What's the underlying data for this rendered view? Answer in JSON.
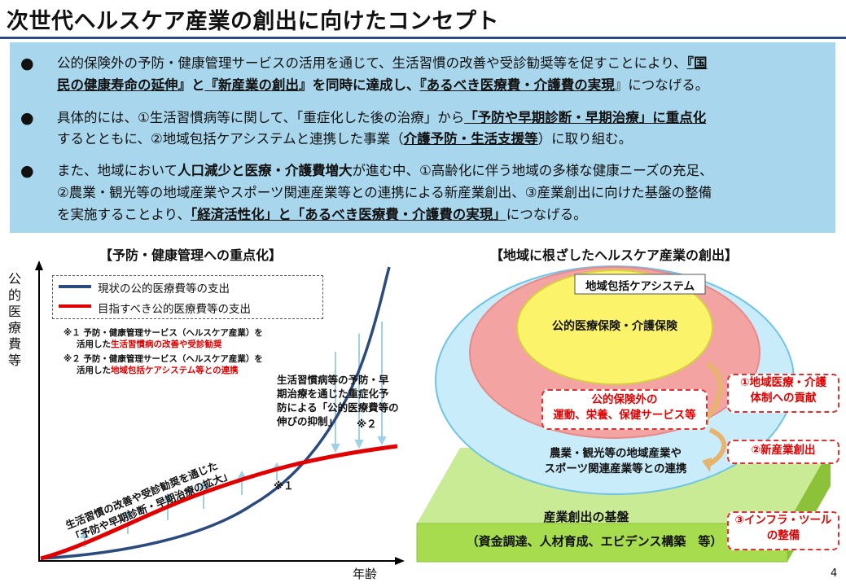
{
  "title": "次世代ヘルスケア産業の創出に向けたコンセプト",
  "bullets": [
    {
      "line1": [
        "公的保険外の予防・健康管理サービスの活用を通じて、生活習慣の改善や受診勧奨等を促すことにより、",
        "『国"
      ],
      "line2": [
        "民の健康寿命の延伸",
        "』と",
        "『新産業の創出",
        "』を同時に達成し、",
        "『あるべき医療費・介護費の実現",
        "』につなげる。"
      ]
    },
    {
      "line1": [
        "具体的には、①生活習慣病等に関して、「重症化した後の治療」から",
        "「予防や早期診断・早期治療」に重点化"
      ],
      "line2": [
        "するとともに、②地域包括ケアシステムと連携した事業（",
        "介護予防・生活支援等",
        "）に取り組む。"
      ]
    },
    {
      "line1": [
        "また、地域において",
        "人口減少と医療・介護費増大",
        "が進む中、①高齢化に伴う地域の多様な健康ニーズの充足、"
      ],
      "line2": "②農業・観光等の地域産業やスポーツ関連産業等との連携による新産業創出、③産業創出に向けた基盤の整備",
      "line3": [
        "を実施することより、",
        "「経済活性化」と「あるべき医療費・介護費の実現」",
        "につなげる。"
      ]
    }
  ],
  "left_panel": {
    "title": "【予防・健康管理への重点化】",
    "y_label": "公的医療費等",
    "x_label": "年齢",
    "legend": [
      "現状の公的医療費等の支出",
      "目指すべき公的医療費等の支出"
    ],
    "note1": {
      "prefix": "※１ 予防・健康管理サービス（ヘルスケア産業）を",
      "line2_plain": "活用した",
      "line2_red": "生活習慣病の改善や受診勧奨"
    },
    "note2": {
      "prefix": "※２ 予防・健康管理サービス（ヘルスケア産業）を",
      "line2_plain": "活用した",
      "line2_red": "地域包括ケアシステム等との連携"
    },
    "callout": [
      "生活習慣病等の予防・早",
      "期治療を通じた重症化予",
      "防による「公的医療費等の",
      "伸びの抑制」"
    ],
    "mark2": "※２",
    "mark1": "※１",
    "rotated": [
      "生活習慣の改善や受診勧奨を通じた",
      "「予防や早期診断・早期治療の拡大」"
    ],
    "colors": {
      "current": "#2b4a7e",
      "target": "#e00000",
      "arrow": "#9fd0ea"
    }
  },
  "right_panel": {
    "title": "【地域に根ざしたヘルスケア産業の創出】",
    "community": "地域包括ケアシステム",
    "inner": "公的医療保険・介護保険",
    "middle": [
      "公的保険外の",
      "運動、栄養、保健サービス等"
    ],
    "outer": [
      "農業・観光等の地域産業や",
      "スポーツ関連産業等との連携"
    ],
    "base": [
      "産業創出の基盤",
      "（資金調達、人材育成、エビデンス構築　等）"
    ],
    "tags": [
      [
        "①地域医療・介護",
        "体制への貢献"
      ],
      [
        "②新産業創出"
      ],
      [
        "③インフラ・ツール",
        "の整備"
      ]
    ],
    "colors": {
      "outer": "#c8ecfa",
      "middle": "#f4a3a3",
      "inner": "#fbf36a",
      "base": "#a6dc4e"
    }
  },
  "page_number": "4"
}
